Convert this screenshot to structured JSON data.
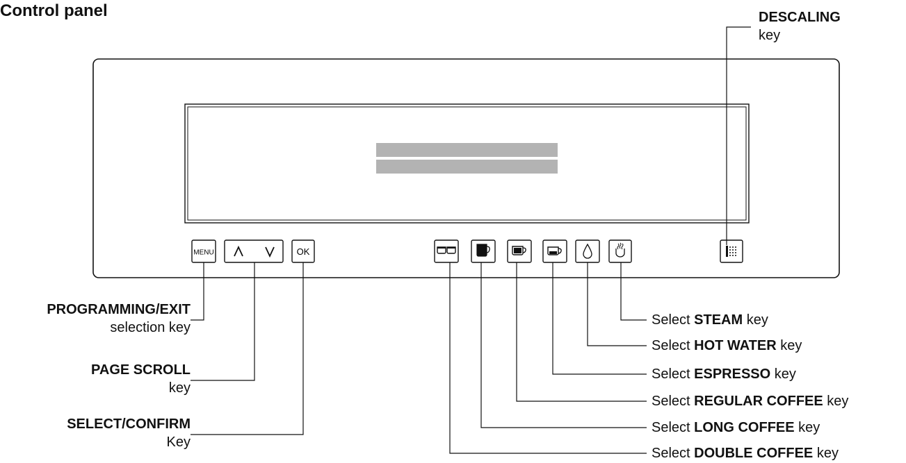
{
  "title": "Control panel",
  "keys": {
    "menu": "MENU",
    "up": "∧",
    "down": "∨",
    "ok": "OK"
  },
  "callouts": {
    "descaling": {
      "bold": "DESCALING",
      "line2": "key"
    },
    "programming": {
      "bold": "PROGRAMMING/EXIT",
      "line2": "selection key"
    },
    "page_scroll": {
      "bold": "PAGE SCROLL",
      "line2": "key"
    },
    "select_confirm": {
      "bold": "SELECT/CONFIRM",
      "line2": "Key"
    },
    "steam": {
      "pre": "Select ",
      "bold": "STEAM",
      "post": " key"
    },
    "hot_water": {
      "pre": "Select ",
      "bold": "HOT WATER",
      "post": " key"
    },
    "espresso": {
      "pre": "Select ",
      "bold": "ESPRESSO",
      "post": " key"
    },
    "regular_coffee": {
      "pre": "Select ",
      "bold": "REGULAR COFFEE",
      "post": " key"
    },
    "long_coffee": {
      "pre": "Select ",
      "bold": "LONG COFFEE",
      "post": " key"
    },
    "double_coffee": {
      "pre": "Select ",
      "bold": "DOUBLE COFFEE",
      "post": " key"
    }
  },
  "icons": {
    "double_coffee": "double-cup-icon",
    "long_coffee": "long-cup-icon",
    "regular_coffee": "regular-cup-icon",
    "espresso": "espresso-cup-icon",
    "hot_water": "water-drop-icon",
    "steam": "steam-icon",
    "descaling": "descaling-icon"
  },
  "colors": {
    "line": "#111111",
    "display": "#b3b3b3"
  }
}
